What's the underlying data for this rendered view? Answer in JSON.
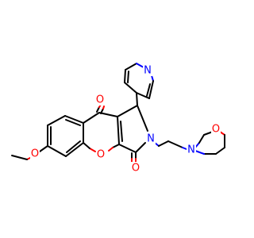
{
  "atoms": {
    "o_ketone": "O",
    "o_lactam": "O",
    "o_ring": "O",
    "o_methoxy": "O",
    "o_morpholine": "O",
    "n_pyridine": "N",
    "n_lactam": "N",
    "n_morpholine": "N"
  },
  "colors": {
    "bond": "#000000",
    "oxygen": "#ff0000",
    "nitrogen": "#0000ff",
    "background": "#ffffff"
  }
}
